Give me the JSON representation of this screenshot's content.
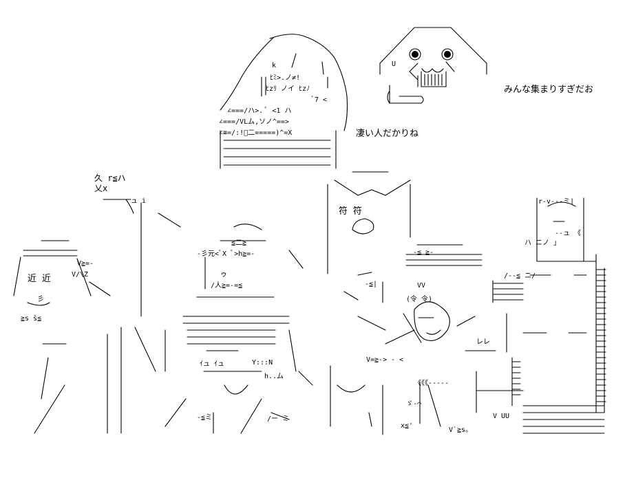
{
  "speech": {
    "top_right": "みんな集まりすぎだお",
    "top_center": "凄い人だかりね"
  },
  "faces": {
    "yaruo_left_eye": "●",
    "yaruo_right_eye": "●",
    "yaruo_mouth_letter": "U"
  },
  "scribbles": {
    "hair_k": "k",
    "hair_row1": "ﾋﾐ>.ノ≠!",
    "hair_row2": "ﾋzﾘ ノイ ﾋzﾉ",
    "hair_row3": "ﾞ7 <",
    "hair_row4": "∠===/ハ>. ﾟ <1 ハ",
    "hair_row5": "∠===/VLム,ソノ^==>",
    "hair_row6": "∠≡=/:!ﾞ二=====)^=X",
    "left_head_1": "久 r≦ハ",
    "left_head_2": "乂x",
    "left_head_3": "ュ i",
    "kondo_1": "近   近",
    "kondo_2": "V≧=-",
    "kondo_3": "V/\\Z",
    "kondo_4": "≧s  ̄s≦",
    "kondo_5": "彡",
    "center_1": "≦二≧",
    "center_2": "-彡元<ﾟX ﾟ>h≧=-",
    "center_3": "/人≧=-=≦",
    "center_4": "ゥ",
    "center_5": "ｲュ  ｲュ",
    "center_6": "Y:::N",
    "center_7": "h..ム",
    "fu_1": "符    符",
    "fu_2": "-≦|",
    "fu_3": "-≦  ≧-",
    "right_1": "r-v---ミ|",
    "right_2": "--ュ  《",
    "right_3": "ハ  ニノ  」",
    "right_4": "/--≦ ニ/",
    "bottom_1": "-≦ミ",
    "bottom_2": "/ー ミ",
    "bottom_3": "V`≧s。",
    "bottom_4": "x≦'",
    "bottom_5": "V UU",
    "bottom_6": "レレ",
    "bottom_7": "ゞ‐⌒",
    "bottom_8": "《《《-----",
    "bottom_9": "V=≧-> - <",
    "bottom_10": "(令  令)",
    "bottom_11": "VV"
  }
}
